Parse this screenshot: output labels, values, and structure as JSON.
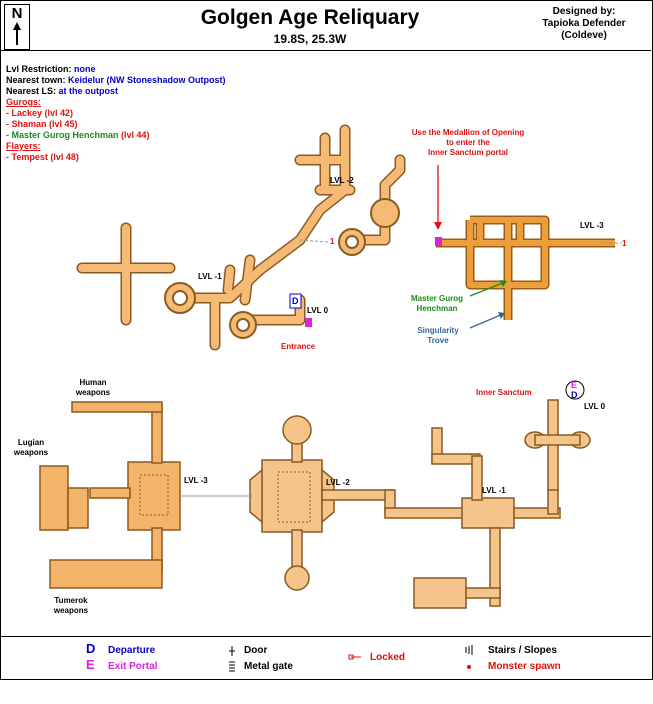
{
  "header": {
    "compass": "N",
    "title": "Golgen Age Reliquary",
    "coordinates": "19.8S, 25.3W",
    "designer_line1": "Designed by:",
    "designer_line2": "Tapioka Defender",
    "designer_line3": "(Coldeve)"
  },
  "info": {
    "lvl_label": "Lvl Restriction:",
    "lvl_value": "none",
    "town_label": "Nearest town:",
    "town_value": "Keidelur (NW Stoneshadow Outpost)",
    "ls_label": "Nearest LS:",
    "ls_value": "at the outpost",
    "gurogs_header": "Gurogs:",
    "gurog_1_name": "- Lackey",
    "gurog_1_lvl": "(lvl 42)",
    "gurog_2_name": "- Shaman",
    "gurog_2_lvl": "(lvl 45)",
    "gurog_3_name": "- Master Gurog Henchman",
    "gurog_3_lvl": "(lvl 44)",
    "flayers_header": "Flayers:",
    "flayer_1_name": "- Tempest",
    "flayer_1_lvl": "(lvl 48)"
  },
  "upper_map": {
    "medallion_1": "Use the Medallion of Opening",
    "medallion_2": "to enter the",
    "medallion_3": "Inner Sanctum portal",
    "lvl_m2": "LVL -2",
    "lvl_m1": "LVL -1",
    "lvl_0": "LVL 0",
    "lvl_m3": "LVL -3",
    "entrance": "Entrance",
    "link_1a": "1",
    "link_1b": "1",
    "henchman_1": "Master Gurog",
    "henchman_2": "Henchman",
    "trove_1": "Singularity",
    "trove_2": "Trove",
    "d_marker": "D"
  },
  "lower_map": {
    "human_1": "Human",
    "human_2": "weapons",
    "lugian_1": "Lugian",
    "lugian_2": "weapons",
    "tumerok_1": "Tumerok",
    "tumerok_2": "weapons",
    "lvl_m3": "LVL -3",
    "lvl_m2": "LVL -2",
    "lvl_m1": "LVL -1",
    "lvl_0": "LVL 0",
    "inner_sanctum": "Inner Sanctum",
    "e_marker": "E",
    "d_marker": "D"
  },
  "legend": {
    "departure_letter": "D",
    "departure": "Departure",
    "exit_letter": "E",
    "exit": "Exit Portal",
    "door": "Door",
    "metal_gate": "Metal gate",
    "locked": "Locked",
    "stairs": "Stairs / Slopes",
    "monster": "Monster spawn"
  },
  "colors": {
    "upper_fill": "#f5ba74",
    "lvl3_fill": "#eb9e3a",
    "lower_fill": "#f3b46a",
    "departure": "#0000cc",
    "exit": "#e020e0",
    "warning": "#e01010",
    "henchman": "#1c8a1c",
    "trove": "#336699"
  }
}
